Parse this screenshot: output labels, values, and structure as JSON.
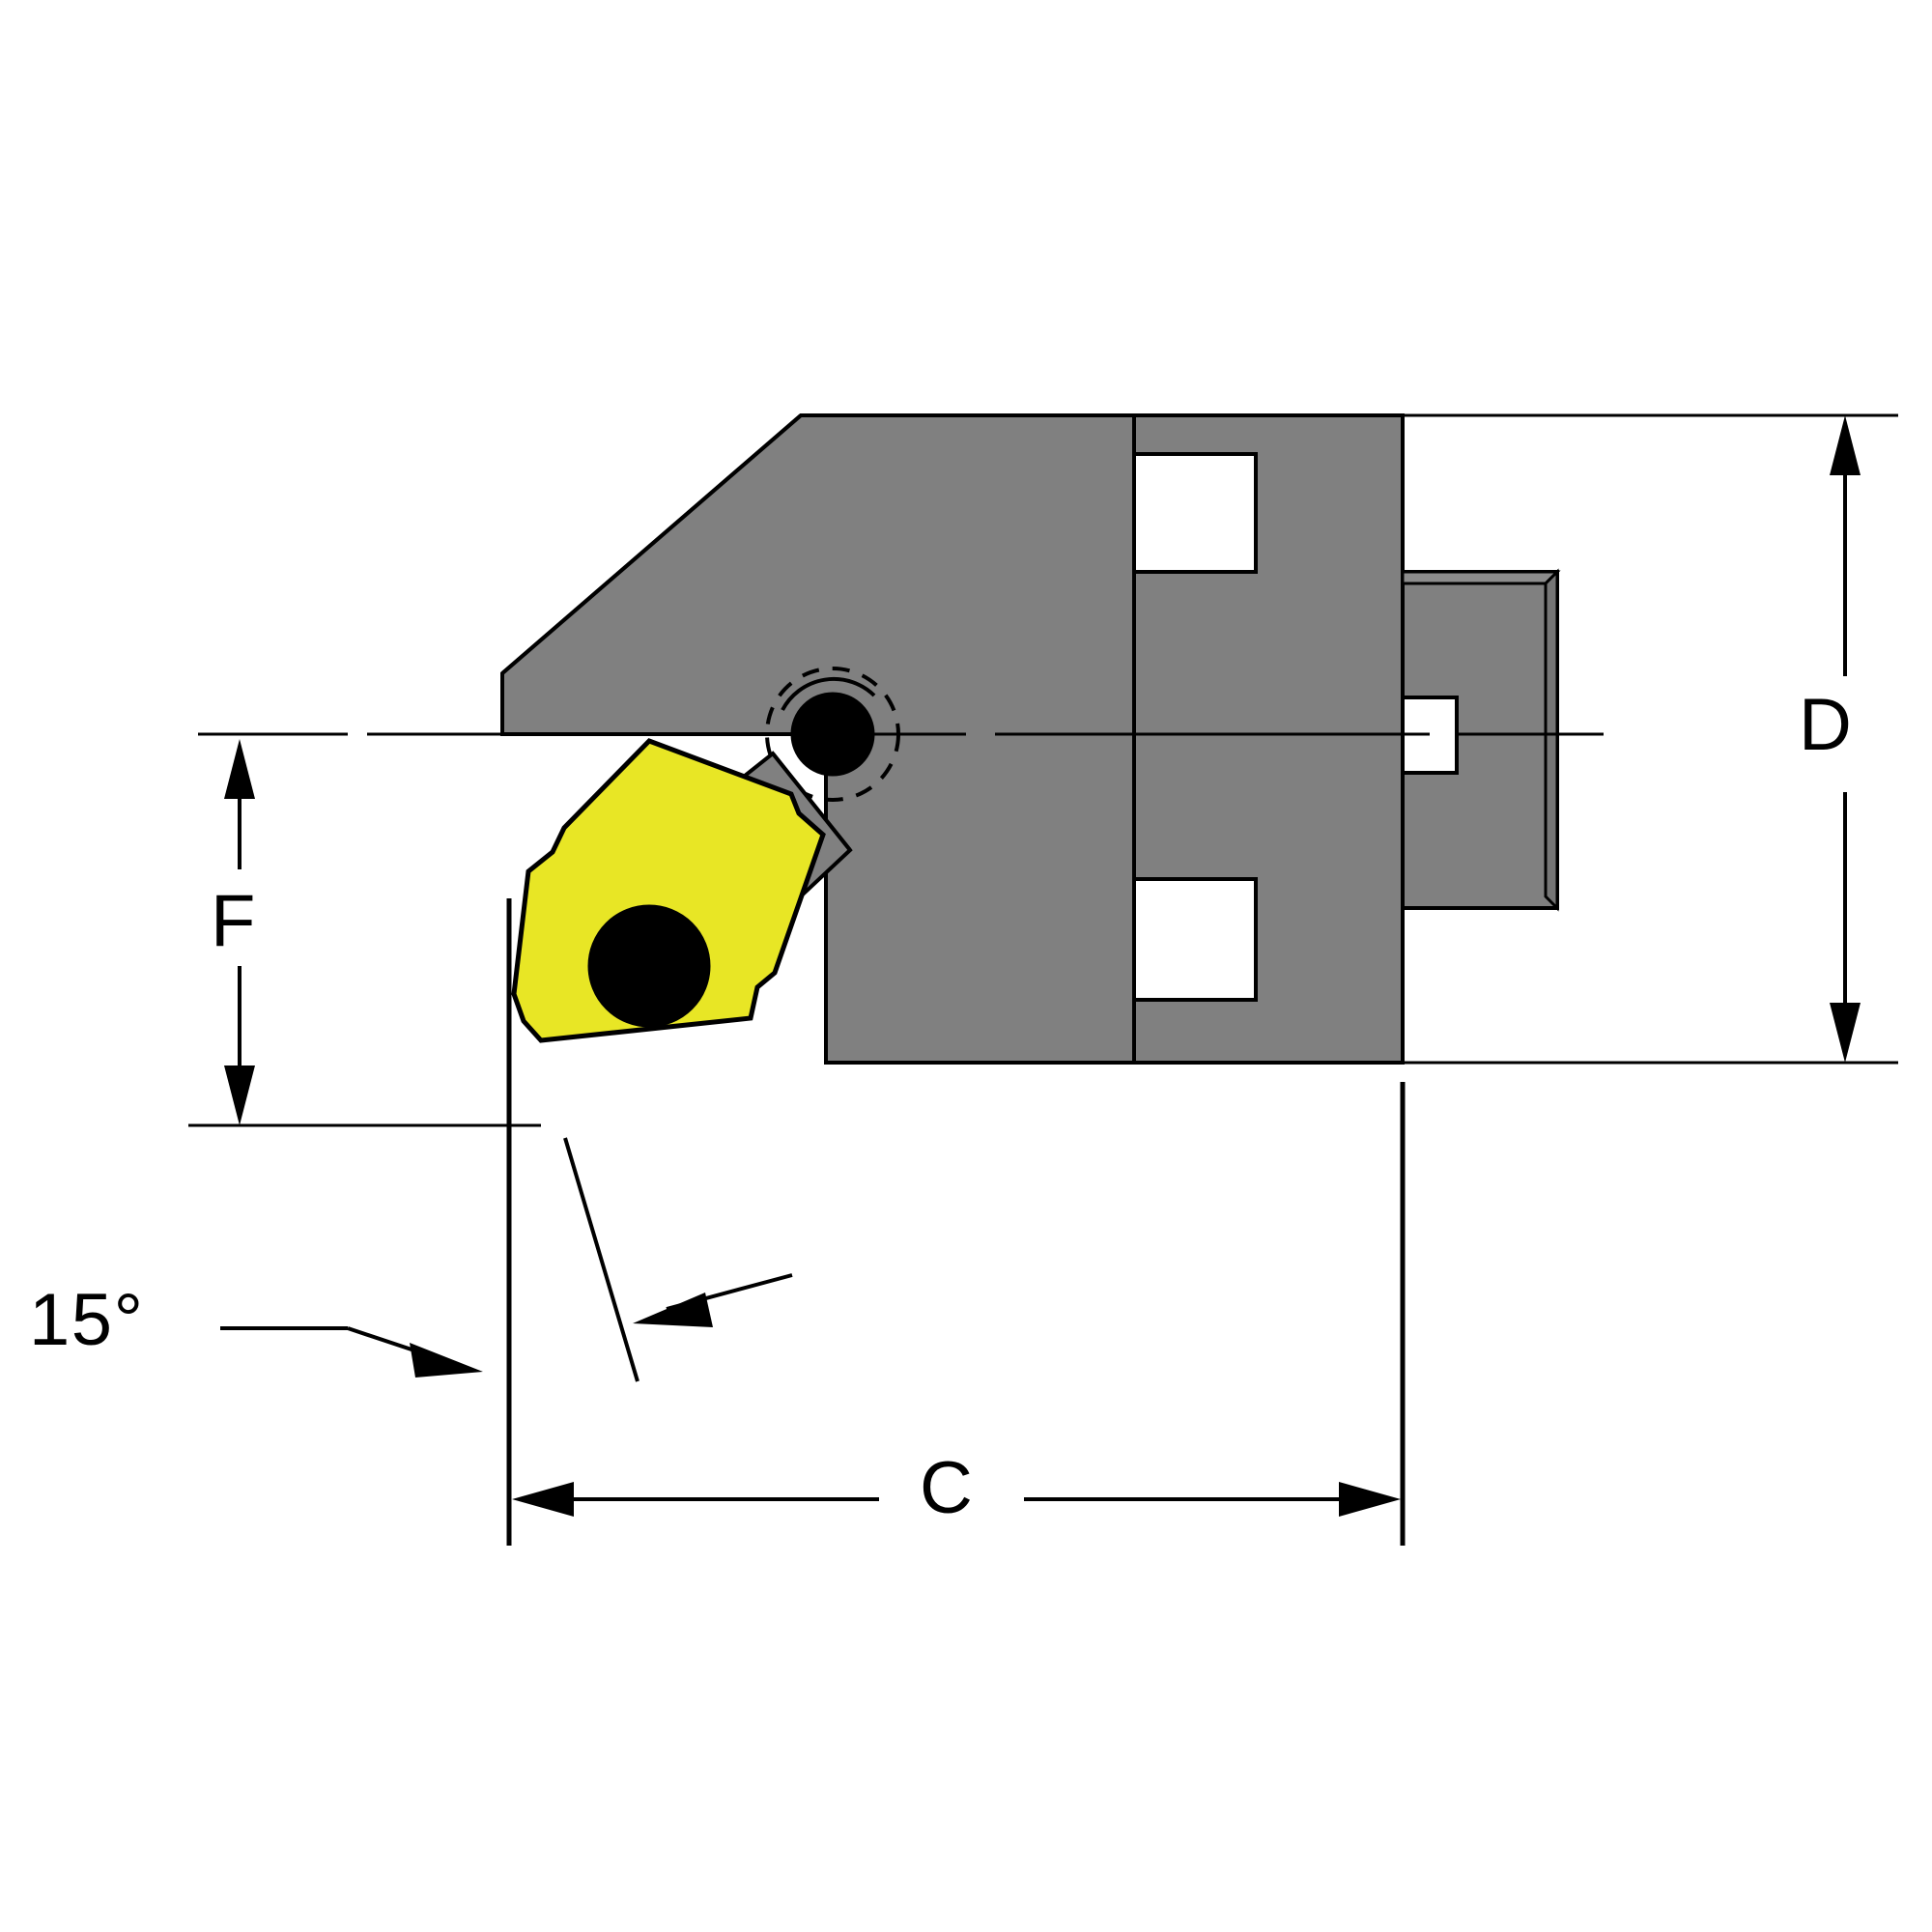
{
  "drawing": {
    "title": "Indexable cutting tool head technical drawing",
    "labels": {
      "diameter": "D",
      "insert_height": "F",
      "length": "C",
      "lead_angle": "15°"
    },
    "colors": {
      "body_fill": "#808080",
      "body_stroke": "#000000",
      "insert_fill": "#e8e625",
      "insert_stroke": "#000000",
      "hole_fill": "#000000",
      "background": "#ffffff",
      "line": "#000000"
    },
    "icon_names": {
      "body": "tool-body-shape",
      "insert": "carbide-insert-shape",
      "clamp": "clamp-screw-shape",
      "center_line": "center-line",
      "dimension_d": "dimension-line-d",
      "dimension_f": "dimension-line-f",
      "dimension_c": "dimension-line-c",
      "angle_leader": "angle-leader-line"
    }
  }
}
